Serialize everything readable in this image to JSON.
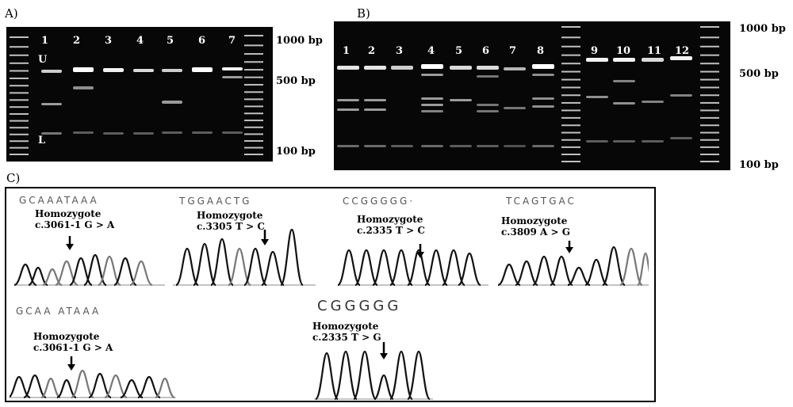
{
  "panel_a": {
    "label": "A)",
    "lanes": [
      "1",
      "2",
      "3",
      "4",
      "5",
      "6",
      "7"
    ],
    "upper_marker": "U",
    "lower_marker": "L",
    "size_labels": [
      "1000 bp",
      "500 bp",
      "100 bp"
    ]
  },
  "panel_b": {
    "label": "B)",
    "lanes": [
      "1",
      "2",
      "3",
      "4",
      "5",
      "6",
      "7",
      "8",
      "9",
      "10",
      "11",
      "12"
    ],
    "size_labels": [
      "1000 bp",
      "500 bp",
      "100 bp"
    ]
  },
  "panel_c": {
    "label": "C)",
    "traces": [
      {
        "sequence": "GCAAATAAA",
        "zygosity": "Homozygote",
        "mutation": "c.3061-1 G > A"
      },
      {
        "sequence": "TGGAACTG",
        "zygosity": "Homozygote",
        "mutation": "c.3305 T > C"
      },
      {
        "sequence": "CCGGGGG·",
        "zygosity": "Homozygote",
        "mutation": "c.2335 T > C"
      },
      {
        "sequence": "TCAGTGAC",
        "zygosity": "Homozygote",
        "mutation": "c.3809 A > G"
      },
      {
        "sequence": "GCAA ATAAA",
        "zygosity": "Homozygote",
        "mutation": "c.3061-1 G > A"
      },
      {
        "sequence": "CGGGGG",
        "zygosity": "Homozygote",
        "mutation": "c.2335 T > G"
      }
    ]
  }
}
